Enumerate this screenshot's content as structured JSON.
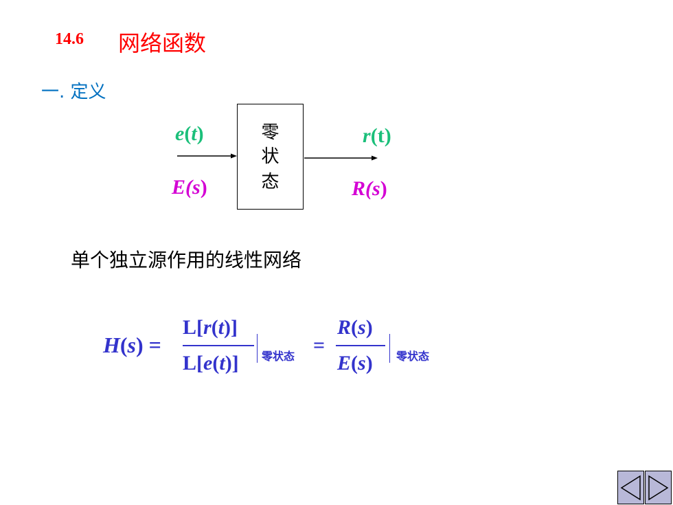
{
  "heading": {
    "number": "14.6",
    "title": "网络函数"
  },
  "subheading": "一. 定义",
  "diagram": {
    "box_chars": [
      "零",
      "状",
      "态"
    ],
    "input_time_var": "e",
    "input_time_arg": "t",
    "input_s": "E",
    "output_time_var": "r",
    "output_time_arg": "t",
    "output_s": "R",
    "s_arg": "s"
  },
  "description": "单个独立源作用的线性网络",
  "formula": {
    "lhs_func": "H",
    "lhs_arg": "s",
    "equals": "=",
    "laplace": "L",
    "num1_var": "r",
    "den1_var": "e",
    "t_arg": "t",
    "num2_var": "R",
    "den2_var": "E",
    "s_arg": "s",
    "condition": "零状态"
  },
  "nav": {
    "prev_icon": "triangle-left-icon",
    "next_icon": "triangle-right-icon",
    "color": "#b8b8d8"
  }
}
